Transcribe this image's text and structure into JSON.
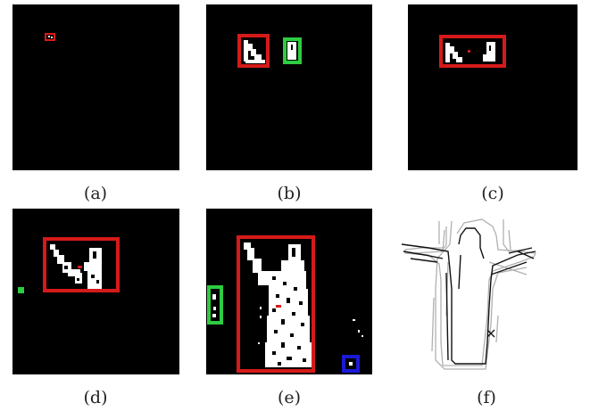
{
  "captions": [
    "(a)",
    "(b)",
    "(c)",
    "(d)",
    "(e)",
    "(f)"
  ],
  "colors": {
    "background": "#000000",
    "tracking_box": "#d61a1a",
    "secondary_box": "#2ecc40",
    "tertiary_box": "#1a1ad6",
    "silhouette": "#ffffff",
    "outline_dark": "#111111",
    "outline_light": "#b0b0b0"
  }
}
